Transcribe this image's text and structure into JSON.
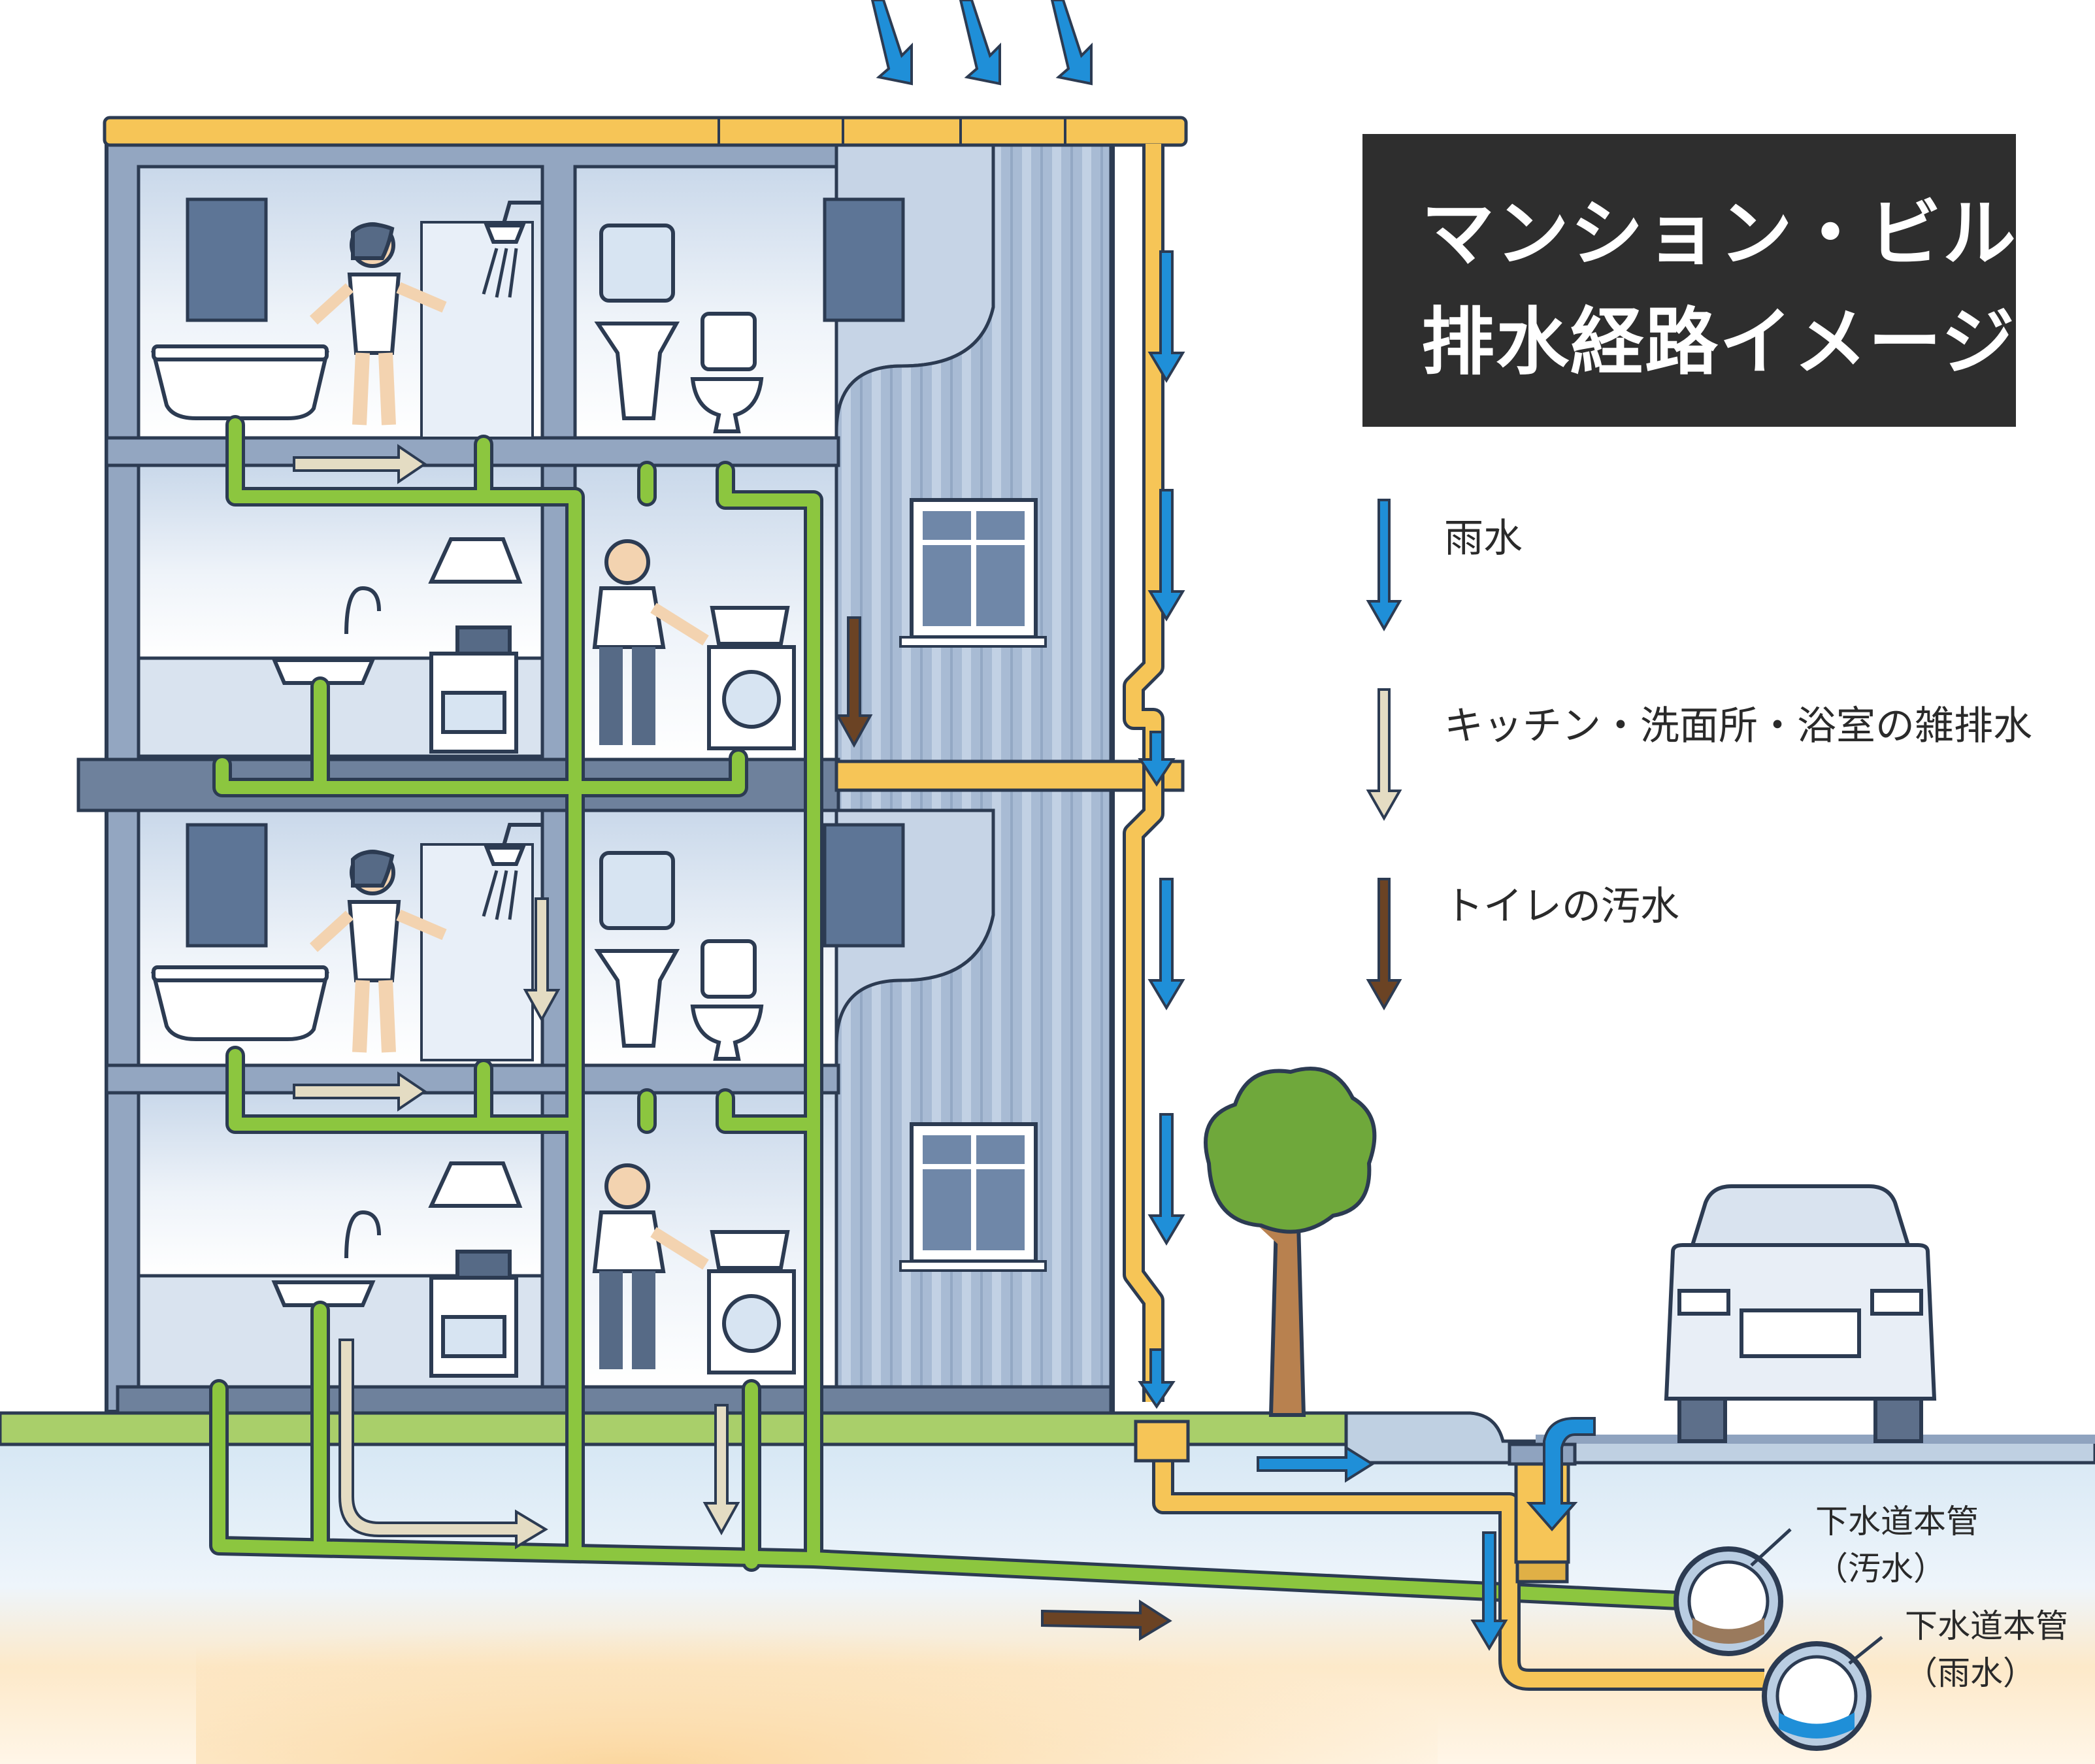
{
  "title": {
    "line1": "マンション・ビル",
    "line2": "排水経路イメージ"
  },
  "legend": [
    {
      "label": "雨水",
      "color": "#1f8fd8"
    },
    {
      "label": "キッチン・洗面所・浴室の雑排水",
      "color": "#e4dcc3"
    },
    {
      "label": "トイレの汚水",
      "color": "#6b4324"
    }
  ],
  "sewer": {
    "sewage_main_label": "下水道本管",
    "sewage_main_sub": "（汚水）",
    "rain_main_label": "下水道本管",
    "rain_main_sub": "（雨水）"
  },
  "colors": {
    "rain_arrow": "#1f8fd8",
    "gray_water_arrow": "#e4dcc3",
    "sewage_arrow": "#6b4324",
    "drain_pipe": "#8cc63f",
    "gutter_pipe": "#f6c557",
    "building_frame": "#8fa3bf",
    "ground": "#a9cf6a"
  },
  "icons": [
    "rain-arrow-icon",
    "person-icon",
    "bathtub-icon",
    "shower-icon",
    "toilet-icon",
    "sink-icon",
    "washing-machine-icon",
    "stove-icon",
    "range-hood-icon",
    "window-icon",
    "tree-icon",
    "car-icon",
    "sewer-pipe-icon"
  ]
}
